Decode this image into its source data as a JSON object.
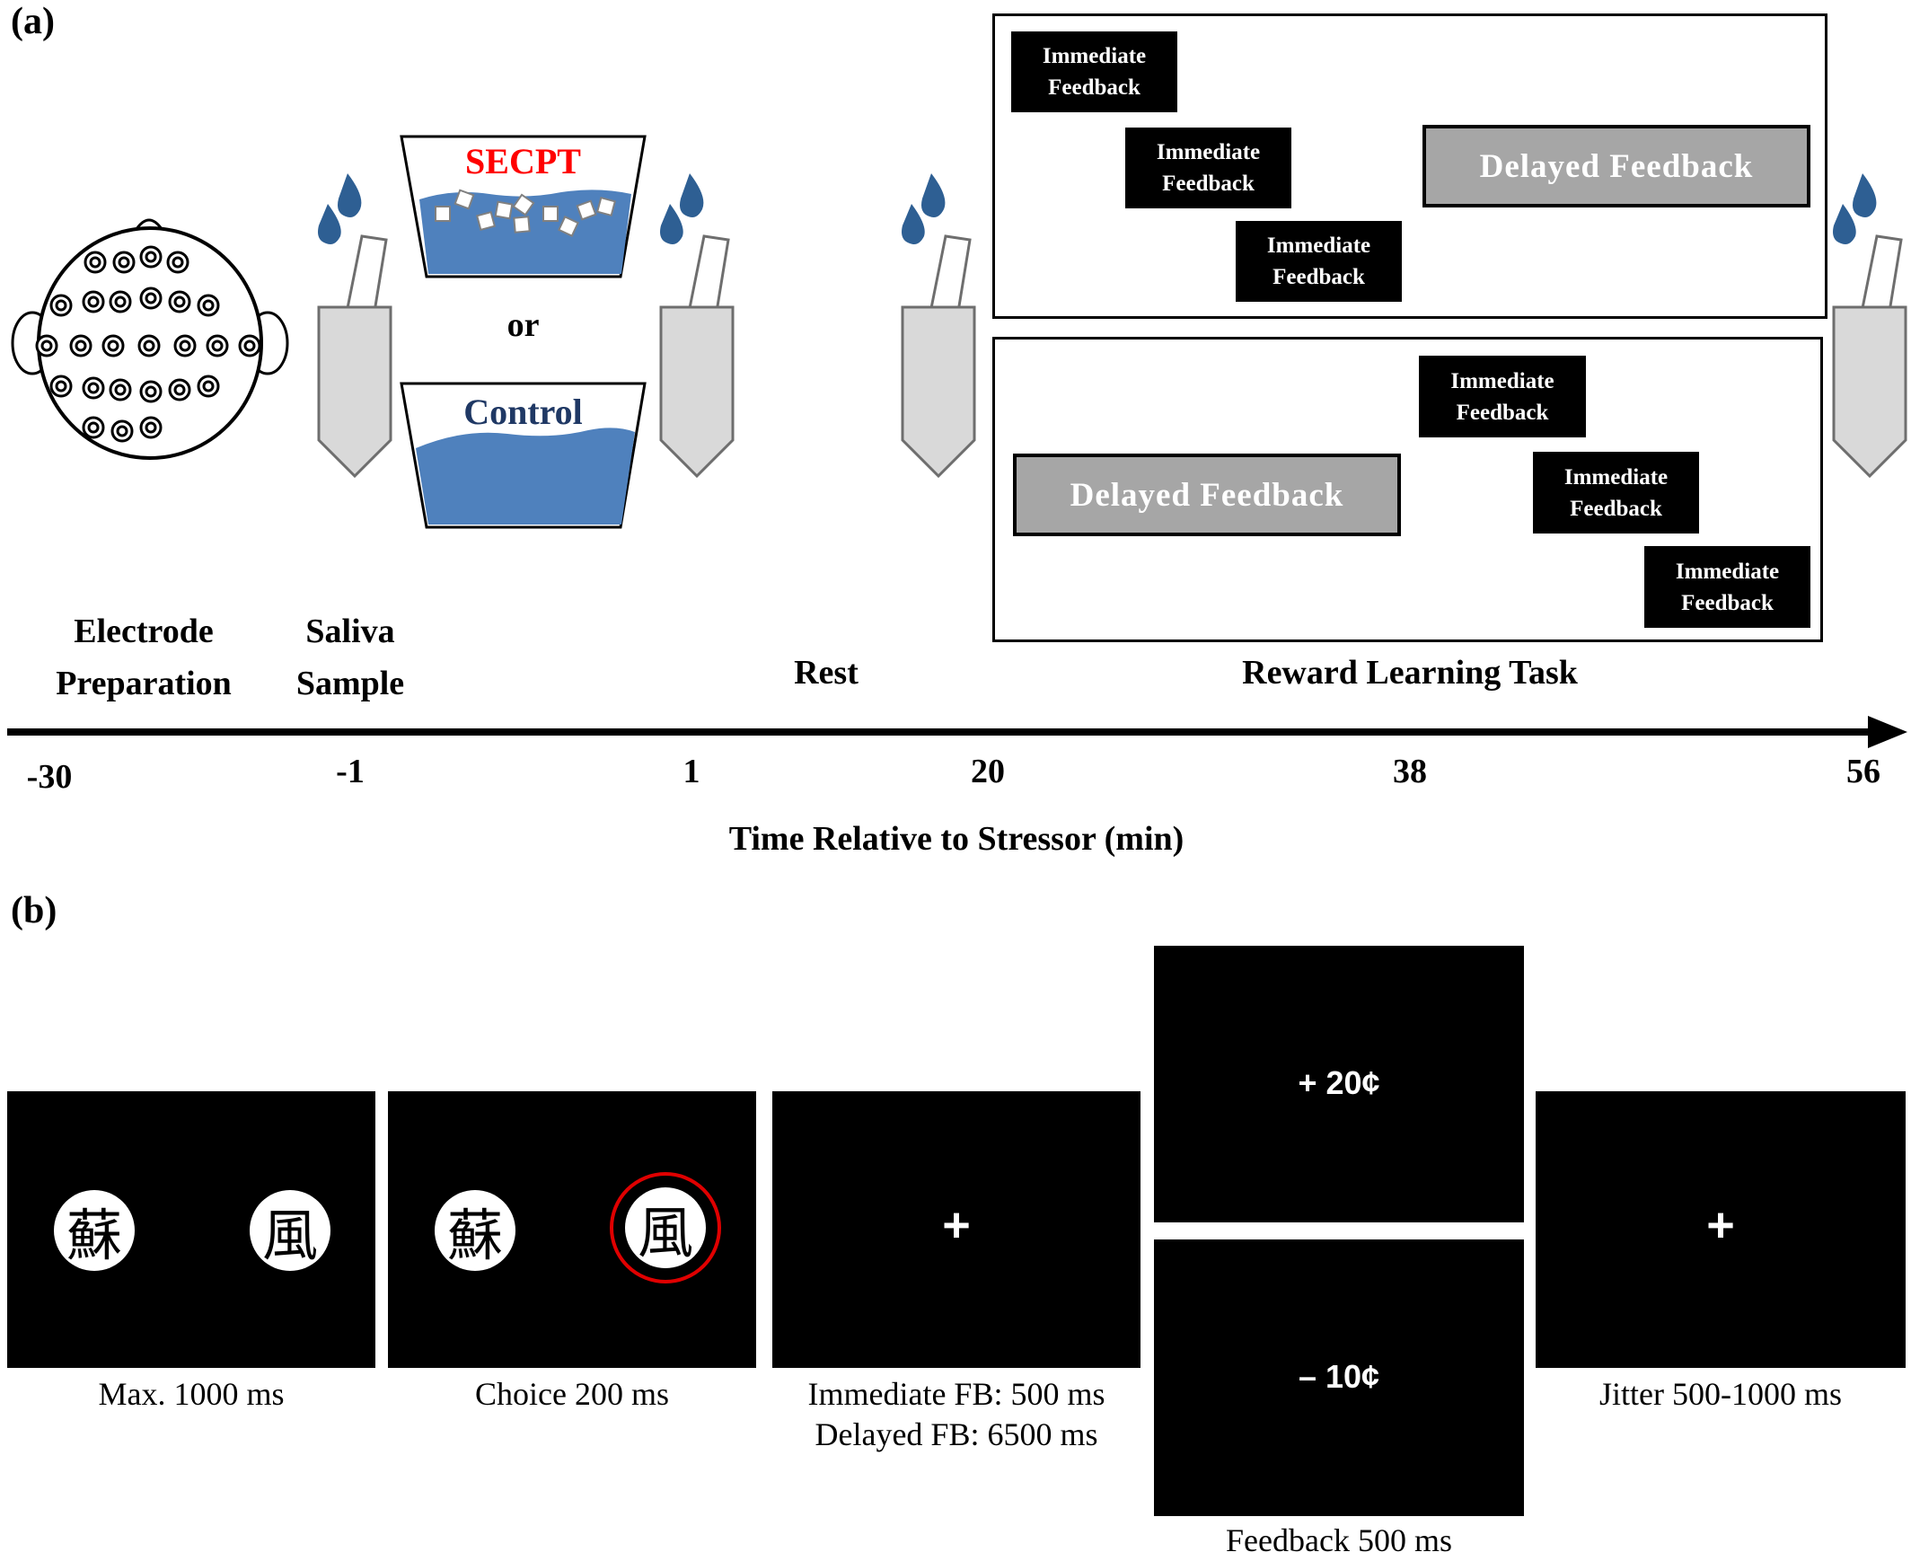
{
  "panel_a": {
    "label": "(a)",
    "stress": {
      "secpt": "SECPT",
      "or": "or",
      "control": "Control"
    },
    "colors": {
      "secpt": "#ff0000",
      "control": "#1f3864",
      "water": "#4f81bd",
      "tube": "#d9d9d9",
      "drop": "#2e5f93",
      "delayed_box": "#a6a6a6"
    },
    "labels": {
      "electrode": "Electrode\nPreparation",
      "saliva": "Saliva\nSample",
      "rest": "Rest",
      "task": "Reward Learning Task"
    },
    "timeline": {
      "ticks": [
        "-30",
        "-1",
        "1",
        "20",
        "38",
        "56"
      ],
      "axis_label": "Time Relative to Stressor (min)"
    },
    "block_1": {
      "immediate": [
        "Immediate\nFeedback",
        "Immediate\nFeedback",
        "Immediate\nFeedback"
      ],
      "delayed": "Delayed Feedback"
    },
    "block_2": {
      "immediate": [
        "Immediate\nFeedback",
        "Immediate\nFeedback",
        "Immediate\nFeedback"
      ],
      "delayed": "Delayed Feedback"
    }
  },
  "panel_b": {
    "label": "(b)",
    "screens": {
      "choice_options": {
        "caption": "Max. 1000 ms",
        "symbols": [
          "蘇",
          "風"
        ]
      },
      "choice_made": {
        "caption": "Choice 200 ms",
        "symbols": [
          "蘇",
          "風"
        ],
        "highlight_color": "#e00000"
      },
      "fixation": {
        "cross": "+",
        "caption_1": "Immediate FB: 500 ms",
        "caption_2": "Delayed FB: 6500 ms"
      },
      "feedback": {
        "win": "+ 20¢",
        "loss": "– 10¢",
        "caption": "Feedback 500 ms"
      },
      "jitter": {
        "cross": "+",
        "caption": "Jitter 500-1000 ms"
      }
    }
  }
}
